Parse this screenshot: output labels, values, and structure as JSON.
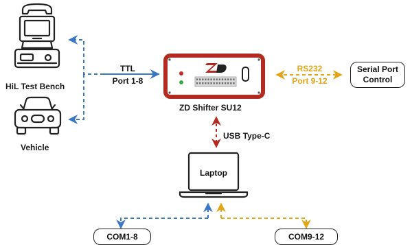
{
  "colors": {
    "blue": "#3a78c4",
    "orange": "#e5a418",
    "red": "#b22a22",
    "dark": "#222222"
  },
  "nodes": {
    "hil_test_bench": {
      "label": "HiL Test Bench",
      "icon": "hil-test-bench-icon"
    },
    "vehicle": {
      "label": "Vehicle",
      "icon": "car-icon"
    },
    "zd_shifter": {
      "label": "ZD Shifter SU12",
      "icon": "zd-shifter-device-icon",
      "logo": "ZD"
    },
    "serial_port_control": {
      "label_line1": "Serial Port",
      "label_line2": "Control"
    },
    "laptop": {
      "label": "Laptop",
      "icon": "laptop-icon"
    },
    "com1_8": {
      "label": "COM1-8"
    },
    "com9_12": {
      "label": "COM9-12"
    }
  },
  "connections": {
    "ttl": {
      "line1": "TTL",
      "line2": "Port 1-8",
      "color": "#3a78c4"
    },
    "rs232": {
      "line1": "RS232",
      "line2": "Port 9-12",
      "color": "#e5a418"
    },
    "usb": {
      "label": "USB Type-C",
      "color": "#b22a22"
    }
  }
}
